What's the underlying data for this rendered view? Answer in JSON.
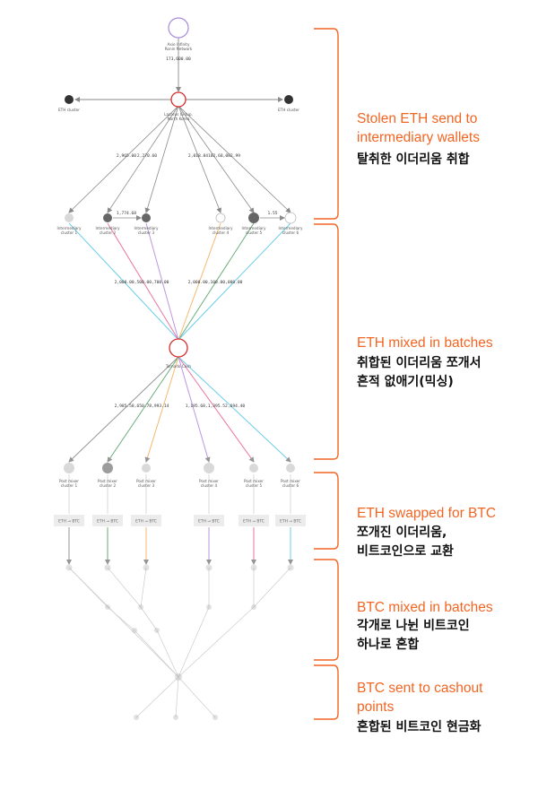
{
  "colors": {
    "accent": "#f26522",
    "node_ring": "#d62b2b",
    "source_ring": "#a78bdc",
    "edge_gray": "#8a8a8a",
    "flow_cyan": "#5bc8e8",
    "flow_pink": "#e9679a",
    "flow_purple": "#b48ae0",
    "flow_orange": "#f5b060",
    "flow_green": "#5aa56b"
  },
  "graph": {
    "source": {
      "label_line1": "Axie Infinity",
      "label_line2": "Ronin Network",
      "amount": "173,600.00"
    },
    "hub": {
      "label_line1": "Lazarus Group,",
      "label_line2": "North Korea"
    },
    "eth_cluster_left": "ETH cluster",
    "eth_cluster_right": "ETH cluster",
    "amount_hub_left": "2,965.00",
    "amount_hub_left2": "2,270.60",
    "amount_hub_right": "2,018.84",
    "amount_hub_right2": "102,68,082.99",
    "intermediaries": [
      {
        "line1": "Intermediary",
        "line2": "cluster 1"
      },
      {
        "line1": "Intermediary",
        "line2": "cluster 2"
      },
      {
        "line1": "Intermediary",
        "line2": "cluster 3"
      },
      {
        "line1": "Intermediary",
        "line2": "cluster 4"
      },
      {
        "line1": "Intermediary",
        "line2": "cluster 5"
      },
      {
        "line1": "Intermediary",
        "line2": "cluster 6"
      }
    ],
    "amount_i2_i3": "1,774.68",
    "amount_i5_i6": "1.55",
    "amount_to_mixer_left": "2,000.00,500.00,700.00",
    "amount_to_mixer_right": "2,000.00,100.00,000.00",
    "mixer": "Tornado Cash",
    "amount_from_mixer_left": "2,985.58,650.78,993.14",
    "amount_from_mixer_right": "1,195.68,1,395.52,694.40",
    "post_mixers": [
      {
        "line1": "Post mixer",
        "line2": "cluster 1"
      },
      {
        "line1": "Post mixer",
        "line2": "cluster 2"
      },
      {
        "line1": "Post mixer",
        "line2": "cluster 3"
      },
      {
        "line1": "Post mixer",
        "line2": "cluster 4"
      },
      {
        "line1": "Post mixer",
        "line2": "cluster 5"
      },
      {
        "line1": "Post mixer",
        "line2": "cluster 6"
      }
    ],
    "swap_label": "ETH → BTC"
  },
  "stages": [
    {
      "en_line1": "Stolen ETH send to",
      "en_line2": "intermediary wallets",
      "ko_line1": "탈취한 이더리움 취합",
      "ko_line2": ""
    },
    {
      "en_line1": "ETH mixed in batches",
      "en_line2": "",
      "ko_line1": "취합된 이더리움 쪼개서",
      "ko_line2": "흔적 없애기(믹싱)"
    },
    {
      "en_line1": "ETH swapped for BTC",
      "en_line2": "",
      "ko_line1": "쪼개진 이더리움,",
      "ko_line2": "비트코인으로 교환"
    },
    {
      "en_line1": "BTC mixed in batches",
      "en_line2": "",
      "ko_line1": "각개로 나뉜 비트코인",
      "ko_line2": "하나로 혼합"
    },
    {
      "en_line1": "BTC sent to cashout",
      "en_line2": "points",
      "ko_line1": "혼합된 비트코인 현금화",
      "ko_line2": ""
    }
  ]
}
